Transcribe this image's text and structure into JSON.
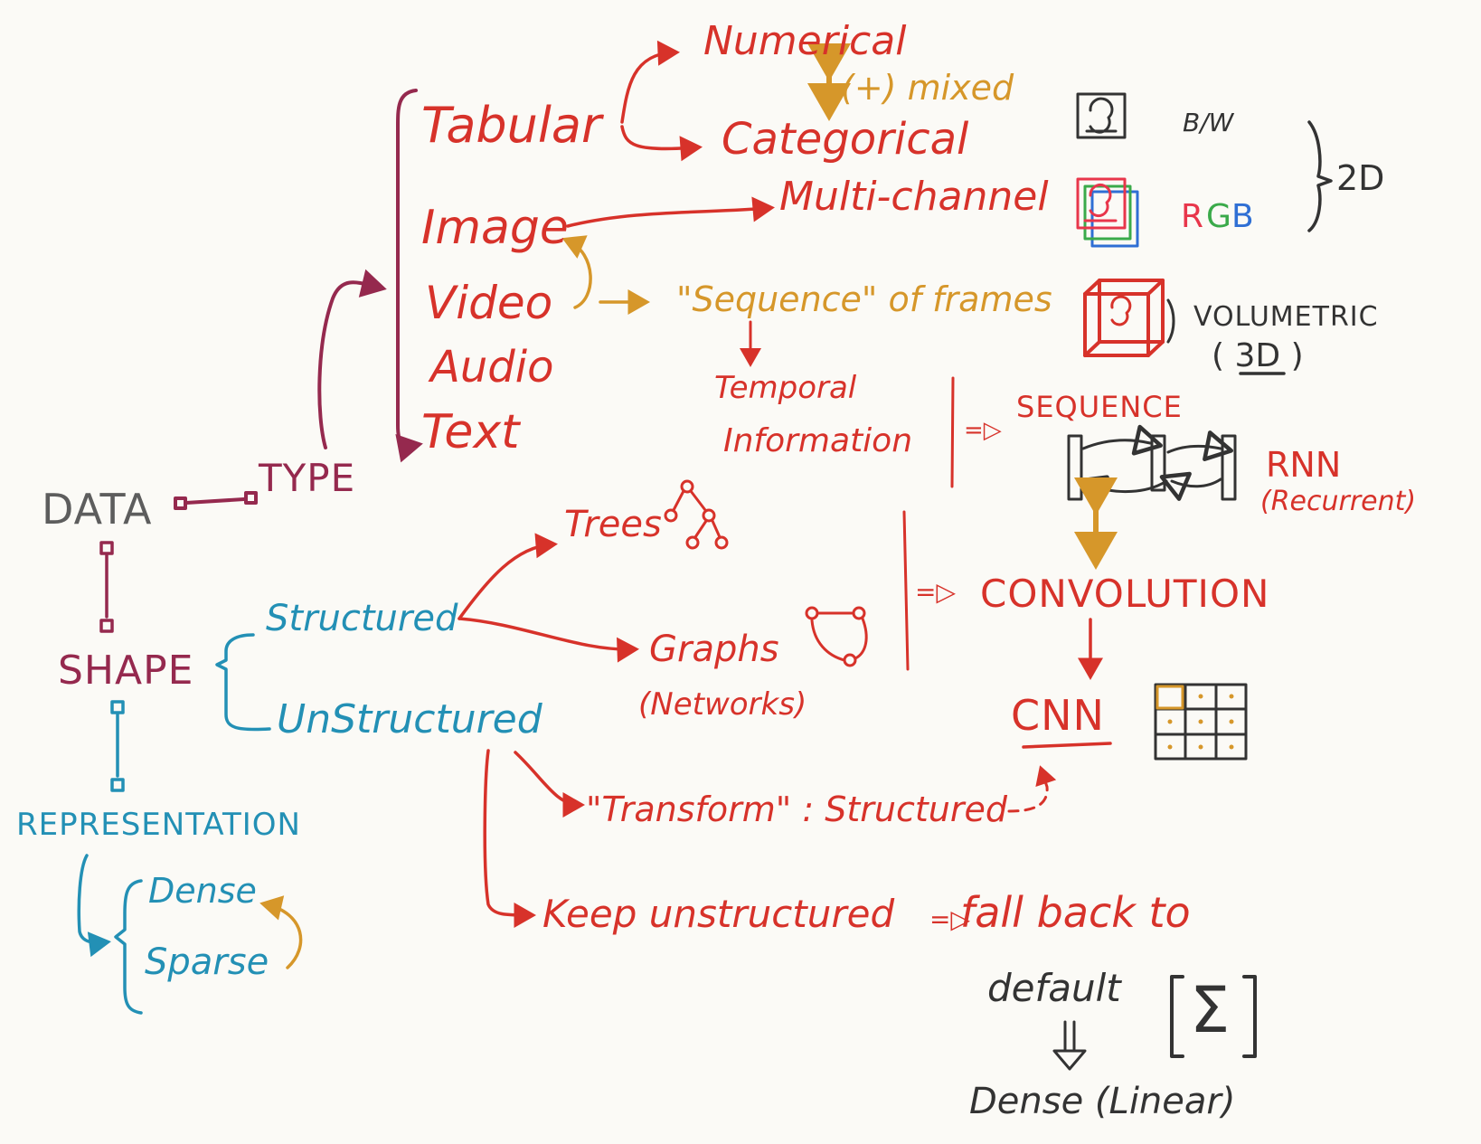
{
  "colors": {
    "type_branch": "#95294e",
    "red_ink": "#d7322a",
    "teal_ink": "#2390b5",
    "gold_ink": "#d6972a",
    "gray_ink": "#5d5d5d",
    "dark_ink": "#333333",
    "rgb_red": "#e8364b",
    "rgb_green": "#3aaa4a",
    "rgb_blue": "#2f6fd4",
    "paper": "#fbfaf6"
  },
  "root": {
    "data": "DATA",
    "type": "TYPE",
    "shape": "SHAPE",
    "representation": "REPRESENTATION"
  },
  "types": {
    "tabular": "Tabular",
    "image": "Image",
    "video": "Video",
    "audio": "Audio",
    "text": "Text"
  },
  "tabular": {
    "numerical": "Numerical",
    "categorical": "Categorical",
    "mixed": "(+) mixed"
  },
  "image": {
    "multi_channel": "Multi-channel",
    "bw": "B/W",
    "rgb_r": "R",
    "rgb_g": "G",
    "rgb_b": "B",
    "two_d": "2D",
    "volumetric": "VOLUMETRIC",
    "three_d": "3D"
  },
  "video": {
    "sequence_of_frames": "\"Sequence\" of frames",
    "temporal": "Temporal",
    "information": "Information",
    "sequence": "SEQUENCE",
    "rnn": "RNN",
    "recurrent": "(Recurrent)"
  },
  "shape": {
    "structured": "Structured",
    "unstructured": "UnStructured",
    "trees": "Trees",
    "graphs": "Graphs",
    "networks": "(Networks)",
    "convolution": "CONVOLUTION",
    "cnn": "CNN",
    "transform": "\"Transform\" : Structured",
    "keep": "Keep unstructured",
    "fall_back": "fall back to",
    "default": "default",
    "sigma": "Σ",
    "dense_linear": "Dense (Linear)"
  },
  "representation": {
    "dense": "Dense",
    "sparse": "Sparse"
  },
  "icons": [
    "bw-image-icon",
    "rgb-image-stack-icon",
    "volumetric-cube-icon",
    "rnn-cells-icon",
    "tree-icon",
    "graph-icon",
    "cnn-grid-icon"
  ]
}
